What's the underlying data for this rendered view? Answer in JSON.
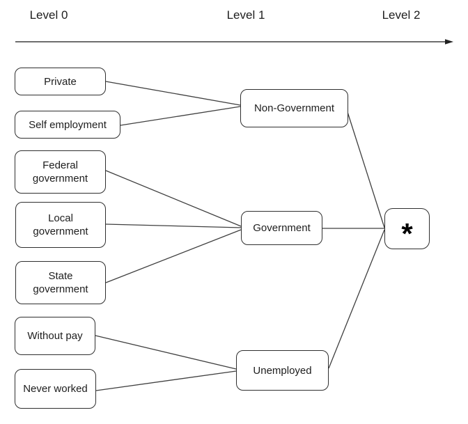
{
  "header": {
    "levels": [
      {
        "label": "Level 0"
      },
      {
        "label": "Level 1"
      },
      {
        "label": "Level 2"
      }
    ]
  },
  "nodes": {
    "private": {
      "label": "Private",
      "level": 0
    },
    "self_employment": {
      "label": "Self employment",
      "level": 0
    },
    "federal_government": {
      "label": "Federal government",
      "level": 0
    },
    "local_government": {
      "label": "Local government",
      "level": 0
    },
    "state_government": {
      "label": "State government",
      "level": 0
    },
    "without_pay": {
      "label": "Without pay",
      "level": 0
    },
    "never_worked": {
      "label": "Never worked",
      "level": 0
    },
    "non_government": {
      "label": "Non-Government",
      "level": 1
    },
    "government": {
      "label": "Government",
      "level": 1
    },
    "unemployed": {
      "label": "Unemployed",
      "level": 1
    },
    "star": {
      "label": "*",
      "level": 2
    }
  },
  "edges": [
    {
      "from": "Private",
      "to": "Non-Government"
    },
    {
      "from": "Self employment",
      "to": "Non-Government"
    },
    {
      "from": "Federal government",
      "to": "Government"
    },
    {
      "from": "Local government",
      "to": "Government"
    },
    {
      "from": "State government",
      "to": "Government"
    },
    {
      "from": "Without pay",
      "to": "Unemployed"
    },
    {
      "from": "Never worked",
      "to": "Unemployed"
    },
    {
      "from": "Non-Government",
      "to": "*"
    },
    {
      "from": "Government",
      "to": "*"
    },
    {
      "from": "Unemployed",
      "to": "*"
    }
  ],
  "colors": {
    "background": "#ffffff",
    "box_border": "#2e2e2e",
    "edge_line": "#3f3f3f",
    "text": "#1d1d1d"
  }
}
